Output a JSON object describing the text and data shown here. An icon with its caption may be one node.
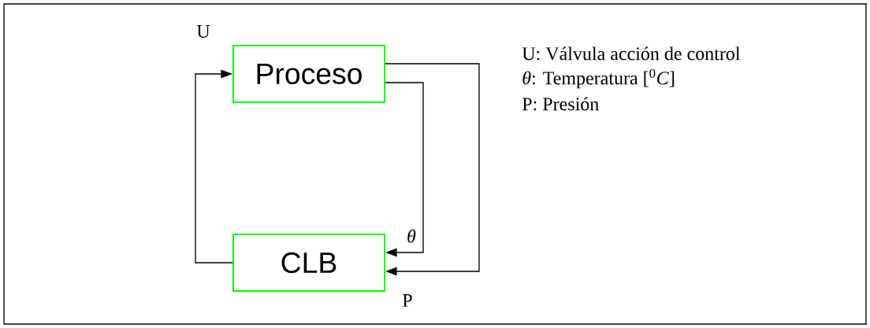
{
  "diagram": {
    "nodes": [
      {
        "text": [
          "Proceso"
        ]
      },
      {
        "text": [
          "CLB"
        ]
      }
    ],
    "edges": [
      {
        "from": 1,
        "to": 0,
        "arrow": "to",
        "label": "U"
      },
      {
        "from": 0,
        "to": 1,
        "arrow": "to",
        "label": "θ"
      },
      {
        "from": 0,
        "to": 1,
        "arrow": "to",
        "label": "P"
      }
    ],
    "labels": [
      "U: Válvula acción de control",
      "*θ*: Temperatura [$^{0}$*C*]",
      "P: Presión"
    ]
  }
}
